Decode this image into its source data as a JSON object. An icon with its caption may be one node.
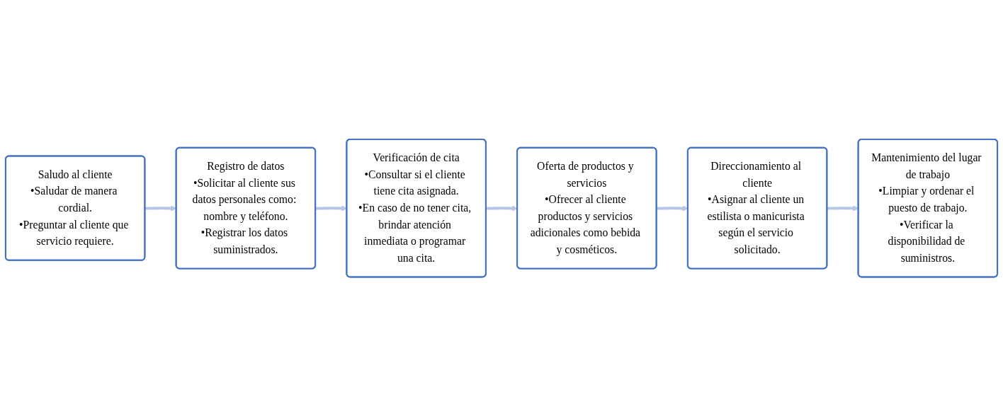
{
  "diagram": {
    "nodes": [
      {
        "text": [
          "Saludo al cliente",
          "•Saludar de manera cordial.",
          "•Preguntar al cliente que servicio requiere."
        ]
      },
      {
        "text": [
          "Registro de datos",
          "•Solicitar al cliente sus datos personales como: nombre y teléfono.",
          "•Registrar los datos suministrados."
        ]
      },
      {
        "text": [
          "Verificación de cita",
          "•Consultar si el cliente tiene cita asignada.",
          "•En caso de no tener cita, brindar atención inmediata o programar una cita."
        ]
      },
      {
        "text": [
          "Oferta de productos y servicios",
          "•Ofrecer al cliente productos y servicios adicionales como bebida y cosméticos."
        ]
      },
      {
        "text": [
          "Direccionamiento al cliente",
          "•Asignar al cliente un estilista o manicurista según el servicio solicitado."
        ]
      },
      {
        "text": [
          "Mantenimiento del lugar de trabajo",
          "•Limpiar y ordenar el puesto de trabajo.",
          "•Verificar la disponibilidad de suministros."
        ]
      }
    ],
    "edges": [
      {
        "from": 0,
        "to": 1,
        "arrow": "to"
      },
      {
        "from": 1,
        "to": 2,
        "arrow": "to"
      },
      {
        "from": 2,
        "to": 3,
        "arrow": "to"
      },
      {
        "from": 3,
        "to": 4,
        "arrow": "to"
      },
      {
        "from": 4,
        "to": 5,
        "arrow": "to"
      }
    ]
  }
}
